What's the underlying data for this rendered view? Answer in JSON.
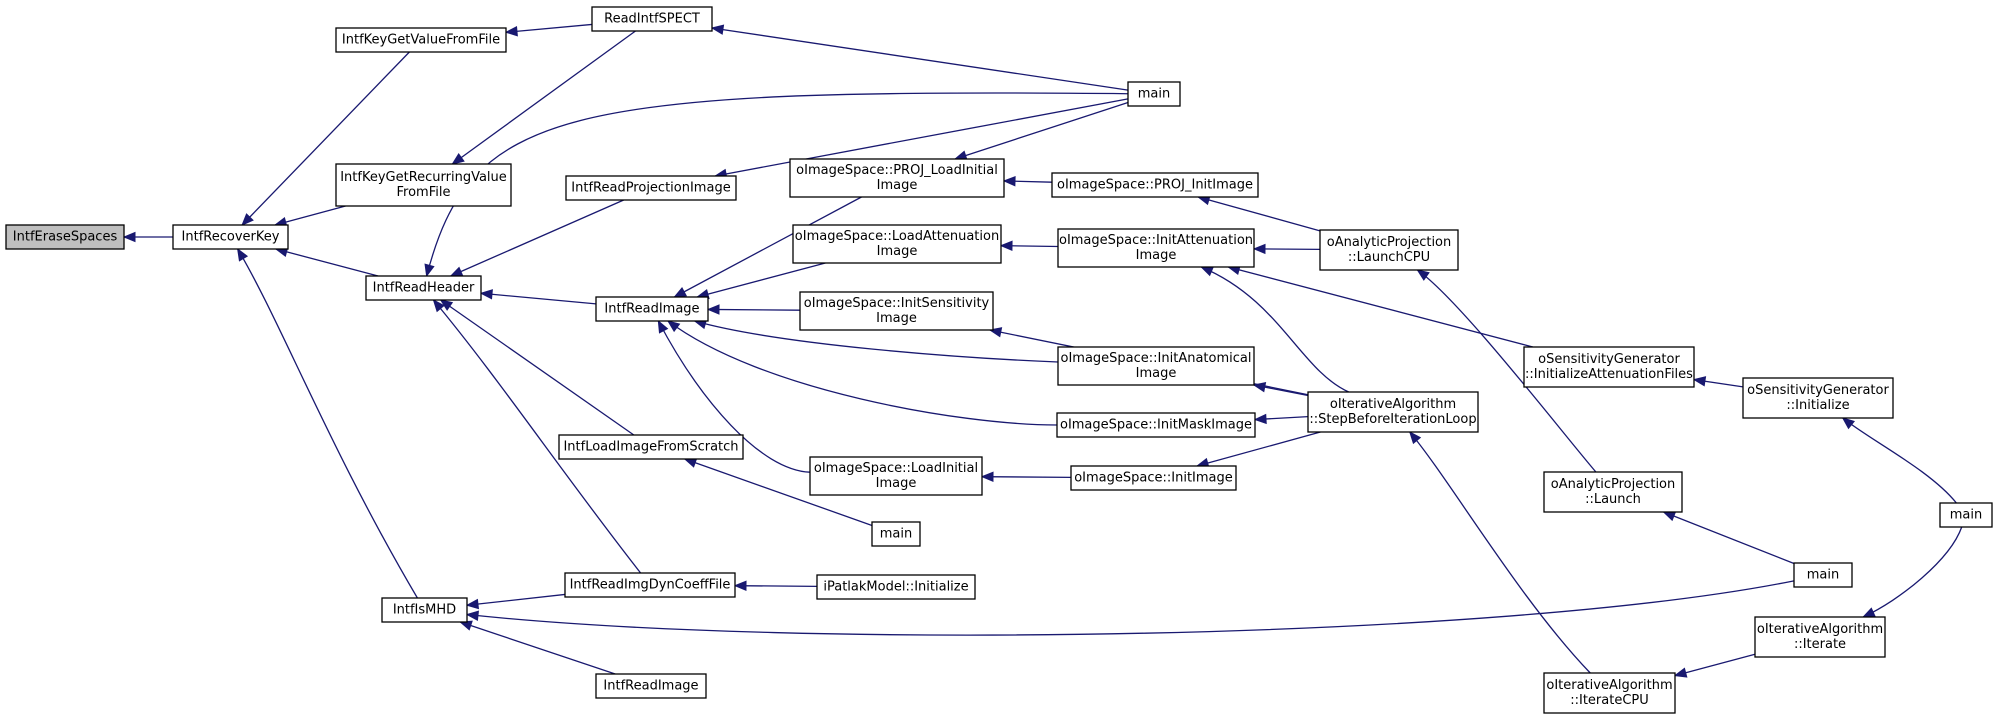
{
  "diagram": {
    "root": "IntfEraseSpaces",
    "nodes": {
      "IntfEraseSpaces": [
        "IntfEraseSpaces"
      ],
      "IntfRecoverKey": [
        "IntfRecoverKey"
      ],
      "IntfKeyGetValueFromFile": [
        "IntfKeyGetValueFromFile"
      ],
      "IntfKeyGetRecurringValueFromFile": [
        "IntfKeyGetRecurringValue",
        "FromFile"
      ],
      "IntfReadHeader": [
        "IntfReadHeader"
      ],
      "IntfIsMHD": [
        "IntfIsMHD"
      ],
      "ReadIntfSPECT": [
        "ReadIntfSPECT"
      ],
      "main_top": [
        "main"
      ],
      "IntfReadProjectionImage": [
        "IntfReadProjectionImage"
      ],
      "IntfReadImage_mid": [
        "IntfReadImage"
      ],
      "IntfLoadImageFromScratch": [
        "IntfLoadImageFromScratch"
      ],
      "IntfReadImgDynCoeffFile": [
        "IntfReadImgDynCoeffFile"
      ],
      "IntfReadImage_bottom": [
        "IntfReadImage"
      ],
      "PROJ_LoadInitialImage": [
        "oImageSpace::PROJ_LoadInitial",
        "Image"
      ],
      "LoadAttenuationImage": [
        "oImageSpace::LoadAttenuation",
        "Image"
      ],
      "InitSensitivityImage": [
        "oImageSpace::InitSensitivity",
        "Image"
      ],
      "LoadInitialImage": [
        "oImageSpace::LoadInitial",
        "Image"
      ],
      "main_scratch": [
        "main"
      ],
      "iPatlakModel_Initialize": [
        "iPatlakModel::Initialize"
      ],
      "PROJ_InitImage": [
        "oImageSpace::PROJ_InitImage"
      ],
      "InitAttenuationImage": [
        "oImageSpace::InitAttenuation",
        "Image"
      ],
      "InitAnatomicalImage": [
        "oImageSpace::InitAnatomical",
        "Image"
      ],
      "InitMaskImage": [
        "oImageSpace::InitMaskImage"
      ],
      "InitImage": [
        "oImageSpace::InitImage"
      ],
      "LaunchCPU": [
        "oAnalyticProjection",
        "::LaunchCPU"
      ],
      "StepBeforeIterationLoop": [
        "oIterativeAlgorithm",
        "::StepBeforeIterationLoop"
      ],
      "InitializeAttenuationFiles": [
        "oSensitivityGenerator",
        "::InitializeAttenuationFiles"
      ],
      "Launch": [
        "oAnalyticProjection",
        "::Launch"
      ],
      "IterateCPU": [
        "oIterativeAlgorithm",
        "::IterateCPU"
      ],
      "SensGen_Initialize": [
        "oSensitivityGenerator",
        "::Initialize"
      ],
      "main_launch": [
        "main"
      ],
      "Iterate": [
        "oIterativeAlgorithm",
        "::Iterate"
      ],
      "main_right": [
        "main"
      ]
    },
    "edges": [
      [
        "IntfRecoverKey",
        "IntfEraseSpaces"
      ],
      [
        "IntfKeyGetValueFromFile",
        "IntfRecoverKey"
      ],
      [
        "IntfKeyGetRecurringValueFromFile",
        "IntfRecoverKey"
      ],
      [
        "IntfReadHeader",
        "IntfRecoverKey"
      ],
      [
        "IntfIsMHD",
        "IntfRecoverKey"
      ],
      [
        "ReadIntfSPECT",
        "IntfKeyGetValueFromFile"
      ],
      [
        "ReadIntfSPECT",
        "IntfKeyGetRecurringValueFromFile"
      ],
      [
        "main_top",
        "ReadIntfSPECT"
      ],
      [
        "main_top",
        "IntfReadHeader"
      ],
      [
        "IntfReadProjectionImage",
        "IntfReadHeader"
      ],
      [
        "IntfReadImage_mid",
        "IntfReadHeader"
      ],
      [
        "IntfLoadImageFromScratch",
        "IntfReadHeader"
      ],
      [
        "IntfReadImgDynCoeffFile",
        "IntfReadHeader"
      ],
      [
        "IntfReadImgDynCoeffFile",
        "IntfIsMHD"
      ],
      [
        "main_launch",
        "IntfIsMHD"
      ],
      [
        "IntfReadImage_bottom",
        "IntfIsMHD"
      ],
      [
        "main_top",
        "IntfReadProjectionImage"
      ],
      [
        "main_top",
        "PROJ_LoadInitialImage"
      ],
      [
        "PROJ_LoadInitialImage",
        "IntfReadImage_mid"
      ],
      [
        "LoadAttenuationImage",
        "IntfReadImage_mid"
      ],
      [
        "InitSensitivityImage",
        "IntfReadImage_mid"
      ],
      [
        "InitAnatomicalImage",
        "IntfReadImage_mid"
      ],
      [
        "InitMaskImage",
        "IntfReadImage_mid"
      ],
      [
        "LoadInitialImage",
        "IntfReadImage_mid"
      ],
      [
        "main_scratch",
        "IntfLoadImageFromScratch"
      ],
      [
        "iPatlakModel_Initialize",
        "IntfReadImgDynCoeffFile"
      ],
      [
        "PROJ_InitImage",
        "PROJ_LoadInitialImage"
      ],
      [
        "InitAttenuationImage",
        "LoadAttenuationImage"
      ],
      [
        "StepBeforeIterationLoop",
        "InitSensitivityImage"
      ],
      [
        "InitImage",
        "LoadInitialImage"
      ],
      [
        "LaunchCPU",
        "PROJ_InitImage"
      ],
      [
        "LaunchCPU",
        "InitAttenuationImage"
      ],
      [
        "StepBeforeIterationLoop",
        "InitAttenuationImage"
      ],
      [
        "InitializeAttenuationFiles",
        "InitAttenuationImage"
      ],
      [
        "StepBeforeIterationLoop",
        "InitAnatomicalImage"
      ],
      [
        "StepBeforeIterationLoop",
        "InitMaskImage"
      ],
      [
        "StepBeforeIterationLoop",
        "InitImage"
      ],
      [
        "Launch",
        "LaunchCPU"
      ],
      [
        "IterateCPU",
        "StepBeforeIterationLoop"
      ],
      [
        "SensGen_Initialize",
        "InitializeAttenuationFiles"
      ],
      [
        "main_launch",
        "Launch"
      ],
      [
        "Iterate",
        "IterateCPU"
      ],
      [
        "main_right",
        "SensGen_Initialize"
      ],
      [
        "main_right",
        "Iterate"
      ]
    ]
  }
}
